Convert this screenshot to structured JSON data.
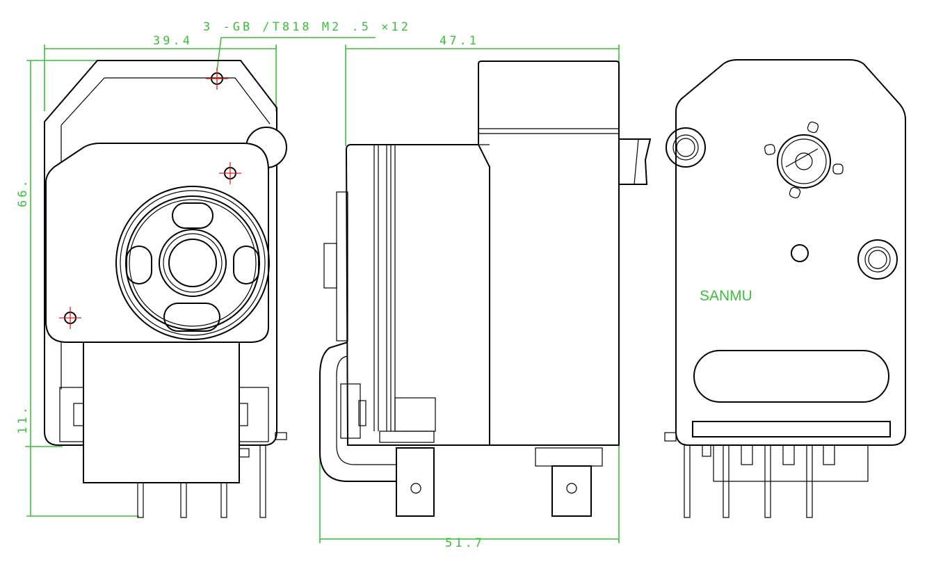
{
  "drawing": {
    "screw_spec": "3 -GB /T818   M2 .5 ×12",
    "dims": {
      "front_width": "39.4",
      "front_height": "66.",
      "front_offset": "11.",
      "side_depth": "47.1",
      "side_total": "51.7"
    },
    "brand": "SANMU"
  },
  "colors": {
    "dimension": "#3cbf3c",
    "center_mark": "#e02020",
    "outline": "#000000"
  }
}
